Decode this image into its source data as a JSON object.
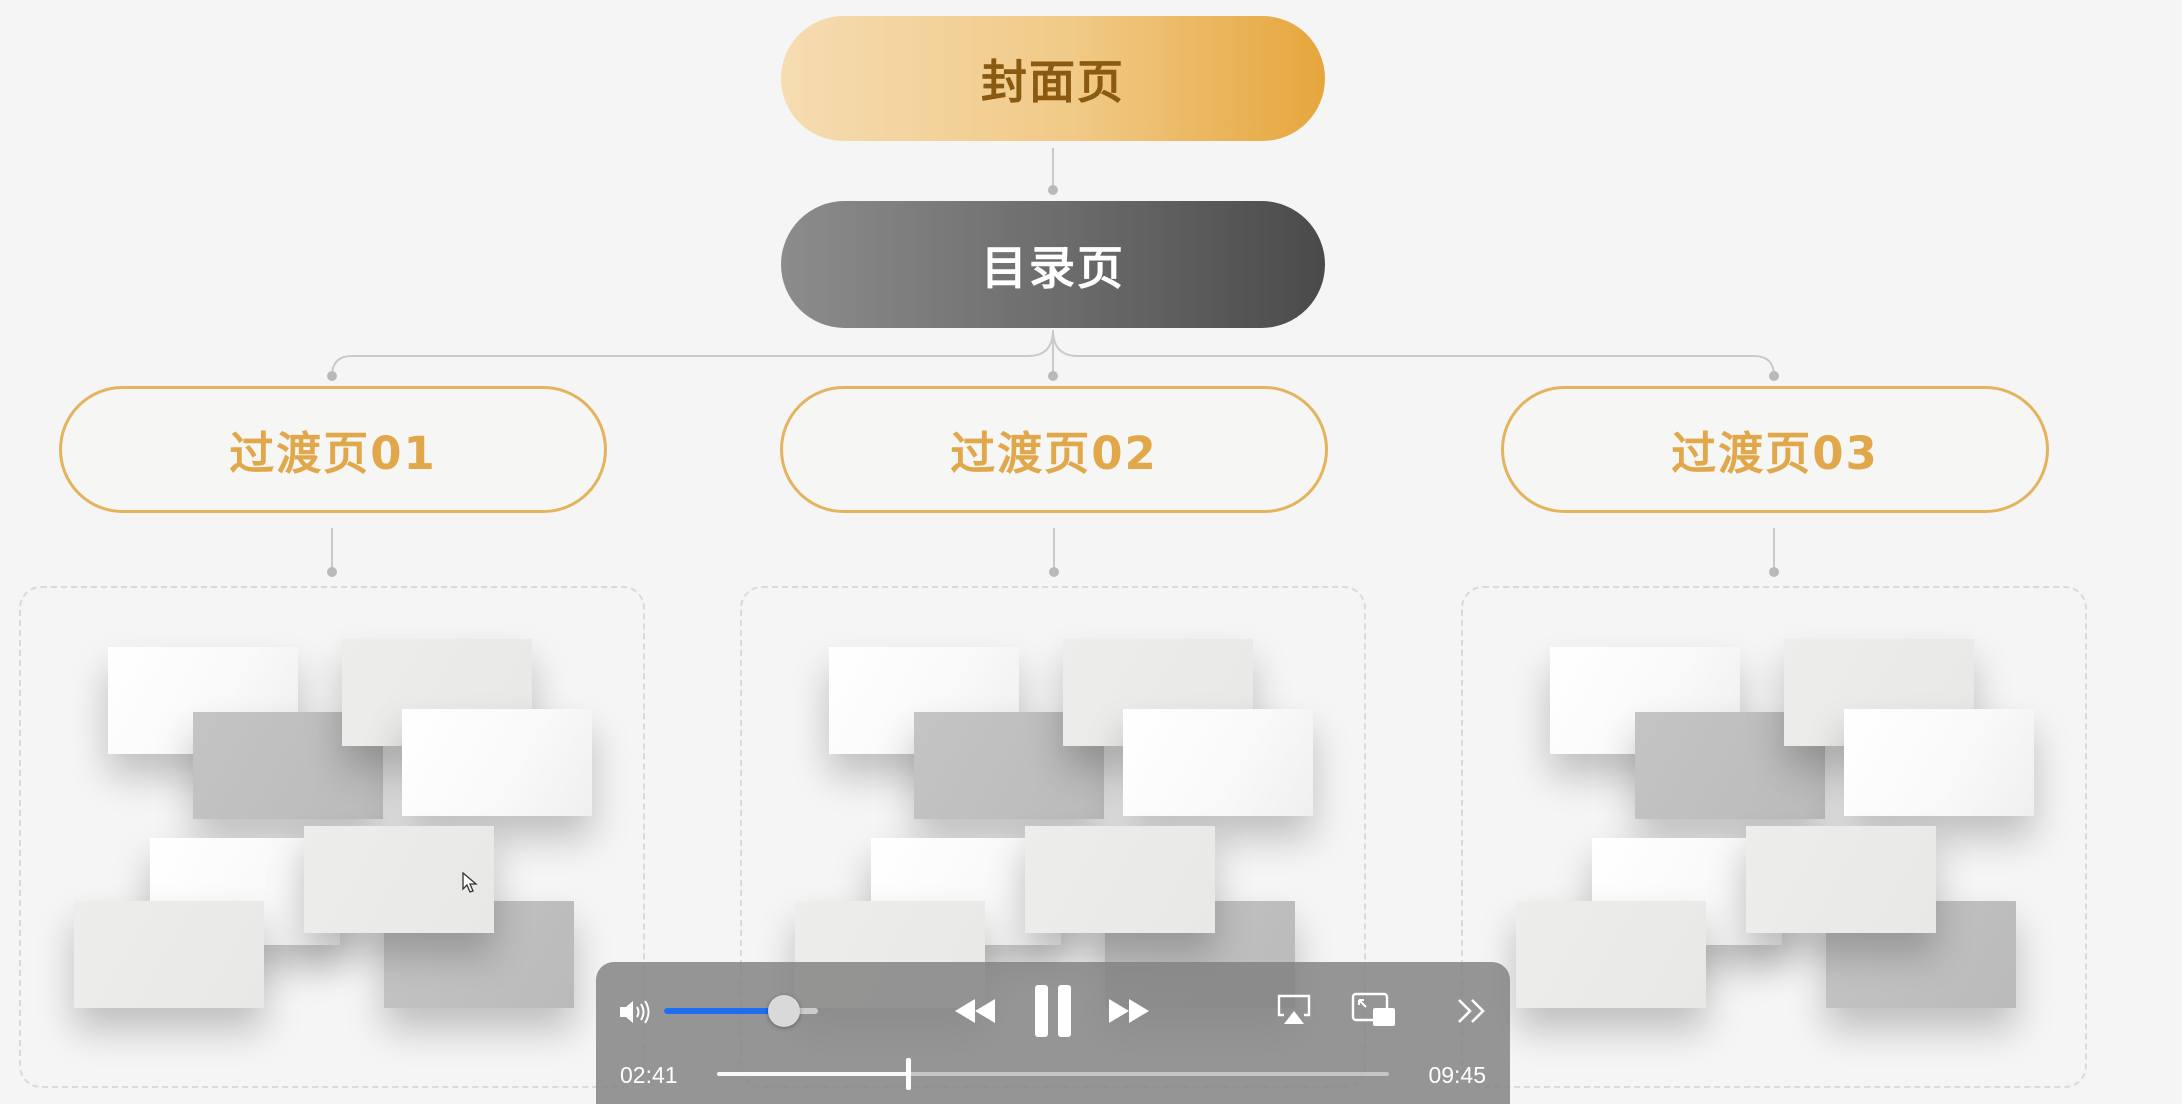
{
  "diagram": {
    "cover_label": "封面页",
    "toc_label": "目录页",
    "transitions": [
      {
        "label": "过渡页01"
      },
      {
        "label": "过渡页02"
      },
      {
        "label": "过渡页03"
      }
    ]
  },
  "player": {
    "elapsed": "02:41",
    "remaining": "09:45",
    "playback_progress": 0.284,
    "volume_level": 0.78,
    "state": "playing",
    "icons": [
      "speaker-icon",
      "rewind-icon",
      "pause-icon",
      "fast-forward-icon",
      "airplay-icon",
      "picture-in-picture-icon",
      "more-icon"
    ]
  },
  "colors": {
    "accent_gold": "#e4b35e",
    "cover_gradient_end": "#e6a63c",
    "toc_dark": "#4a4a4a",
    "volume_blue": "#1d6ef3",
    "background": "#f4f5f4"
  }
}
